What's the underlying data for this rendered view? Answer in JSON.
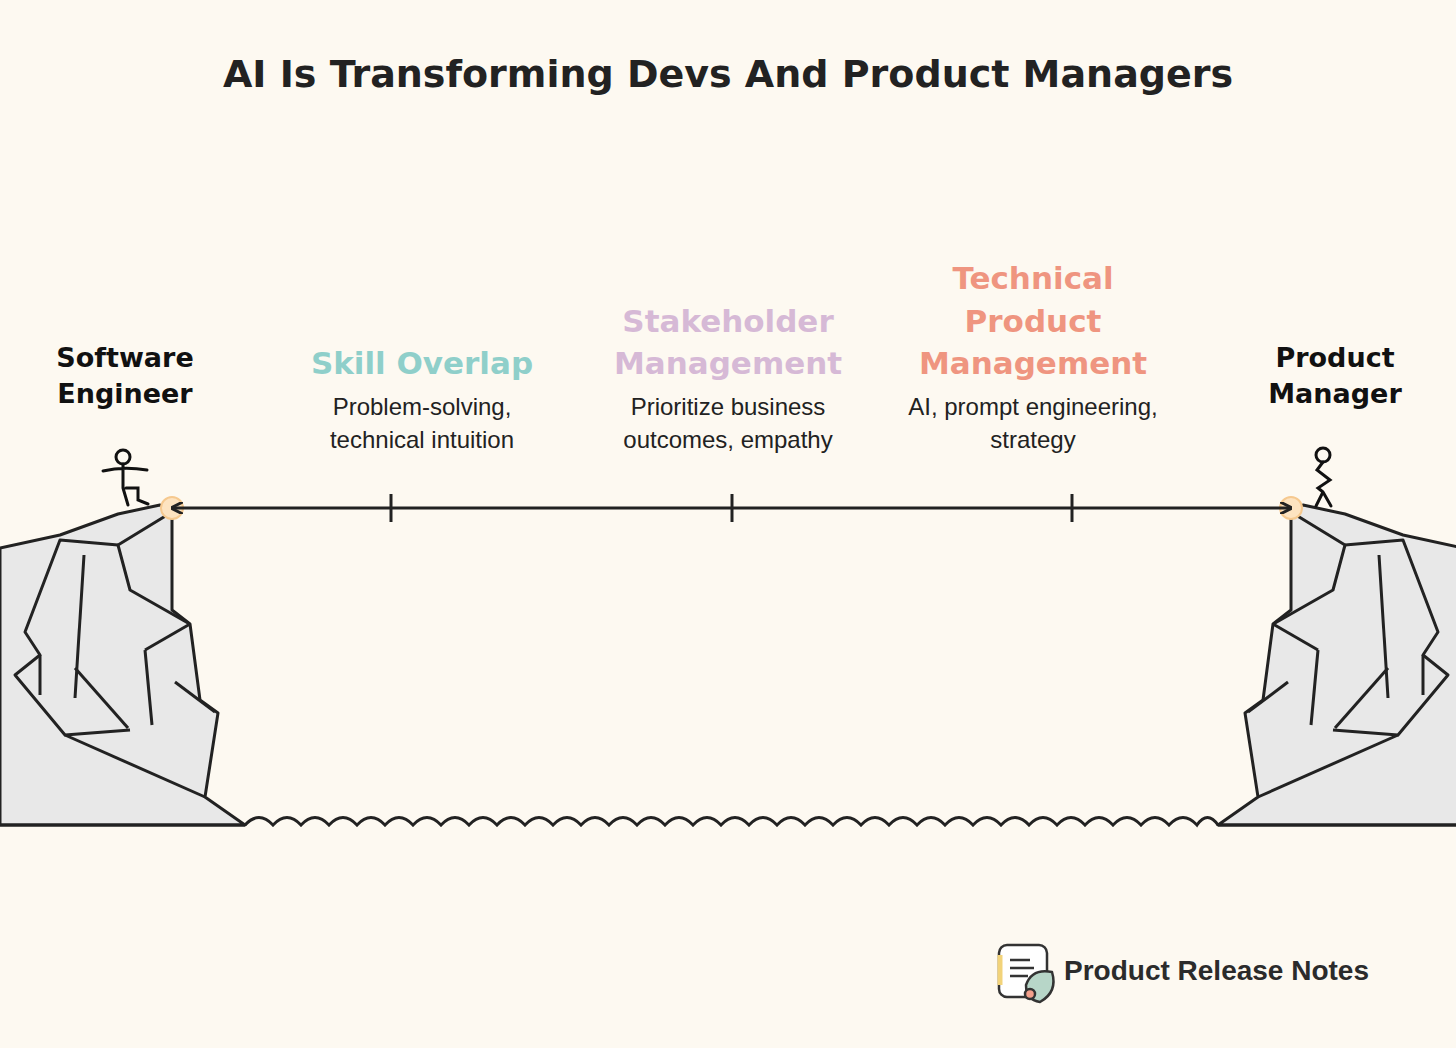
{
  "diagram": {
    "title": "AI Is Transforming Devs And Product Managers",
    "nodes": [
      {
        "text": [
          "Software Engineer"
        ]
      },
      {
        "text": [
          "Product Manager"
        ]
      }
    ],
    "edges": [
      {
        "from": 0,
        "to": 1,
        "arrow": "both"
      }
    ],
    "labels": [
      "Skill Overlap",
      "Problem-solving, technical intuition",
      "Stakeholder Management",
      "Prioritize business outcomes, empathy",
      "Technical Product Management",
      "AI, prompt engineering, strategy",
      "Product Release Notes"
    ]
  }
}
